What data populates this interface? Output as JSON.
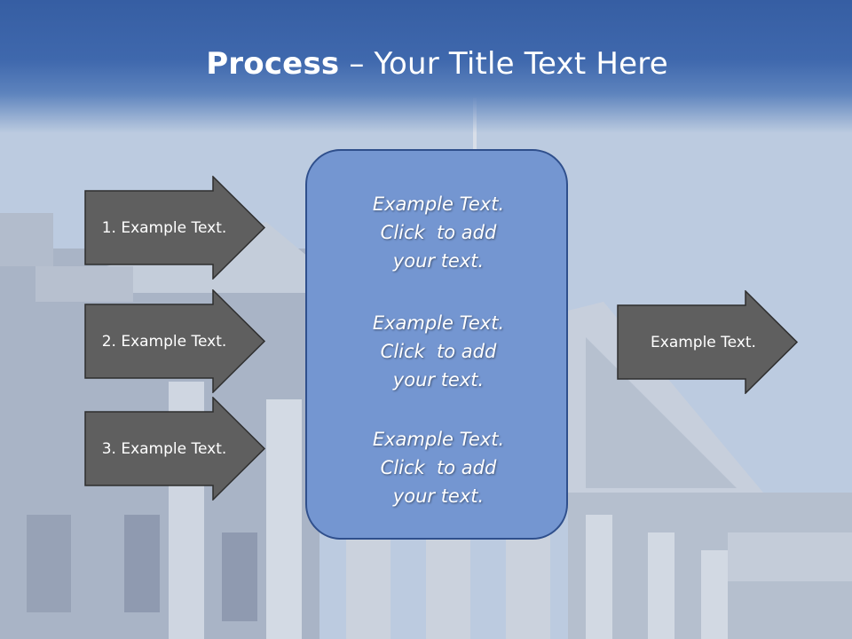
{
  "title": {
    "strong": "Process",
    "rest": " – Your Title Text Here"
  },
  "input_arrows": [
    {
      "label": "1. Example Text."
    },
    {
      "label": "2. Example Text."
    },
    {
      "label": "3. Example Text."
    }
  ],
  "center_blocks": [
    {
      "lines": [
        "Example Text.",
        "Click  to add",
        "your text."
      ]
    },
    {
      "lines": [
        "Example Text.",
        "Click  to add",
        "your text."
      ]
    },
    {
      "lines": [
        "Example Text.",
        "Click  to add",
        "your text."
      ]
    }
  ],
  "output_arrow": {
    "label": "Example Text."
  },
  "colors": {
    "title_band": "#3f68ad",
    "arrow_fill": "#5f5f5f",
    "center_fill": "#7496d1",
    "center_border": "#2f4f8c"
  }
}
